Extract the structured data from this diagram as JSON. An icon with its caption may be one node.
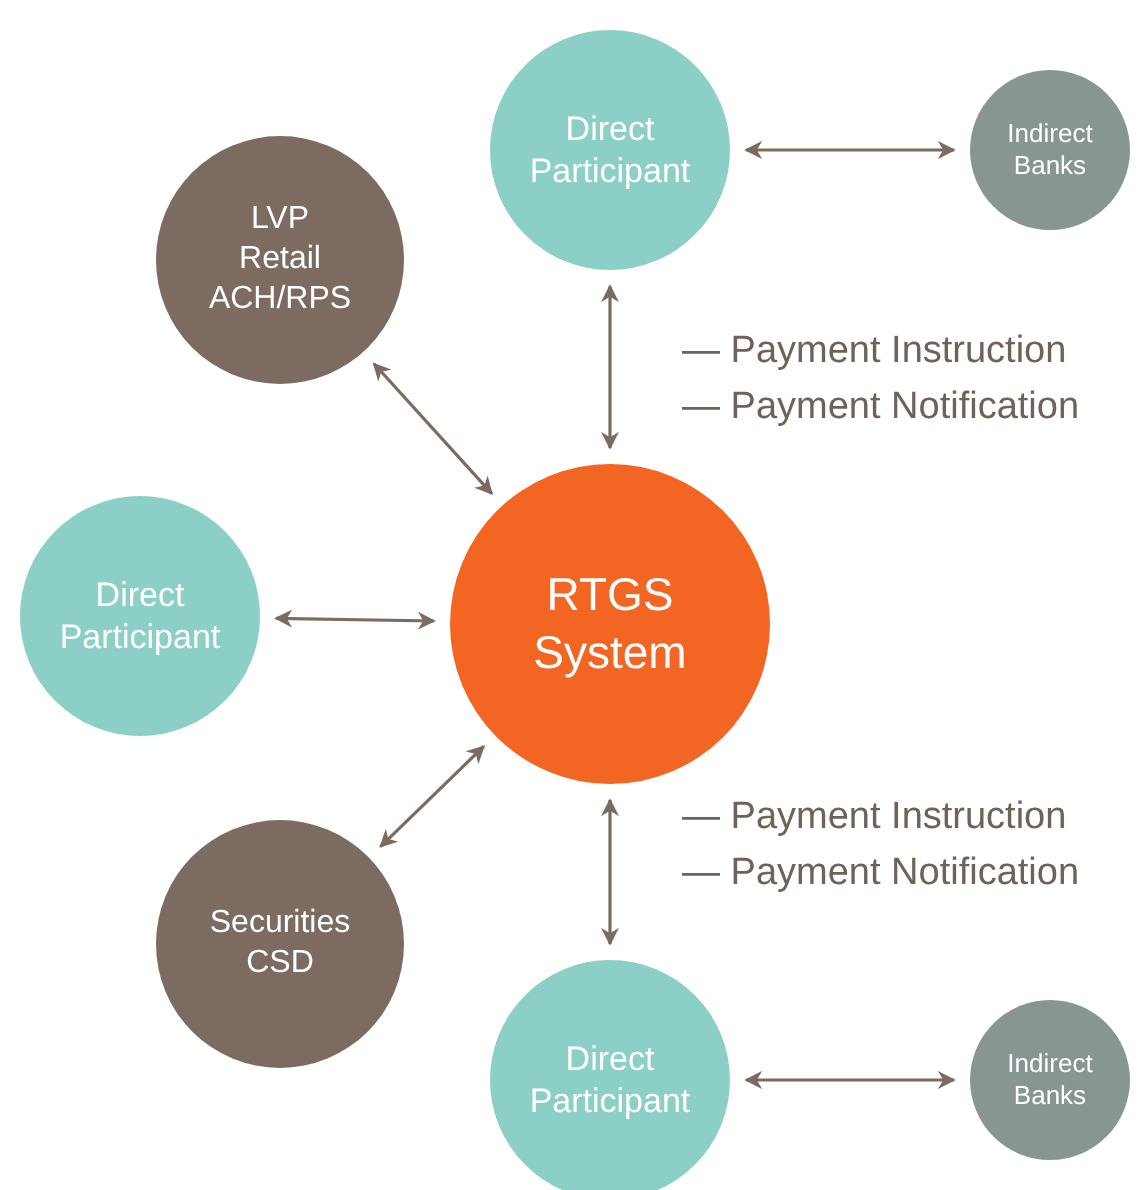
{
  "diagram": {
    "nodes": [
      {
        "text": [
          "Direct Participant"
        ]
      },
      {
        "text": [
          "Indirect Banks"
        ]
      },
      {
        "text": [
          "LVP Retail ACH/RPS"
        ]
      },
      {
        "text": [
          "Direct Participant"
        ]
      },
      {
        "text": [
          "RTGS System"
        ]
      },
      {
        "text": [
          "Securities CSD"
        ]
      },
      {
        "text": [
          "Direct Participant"
        ]
      },
      {
        "text": [
          "Indirect Banks"
        ]
      }
    ],
    "edges": [
      {
        "from": 0,
        "to": 4,
        "arrow": "both"
      },
      {
        "from": 0,
        "to": 1,
        "arrow": "both"
      },
      {
        "from": 2,
        "to": 4,
        "arrow": "both"
      },
      {
        "from": 3,
        "to": 4,
        "arrow": "both"
      },
      {
        "from": 5,
        "to": 4,
        "arrow": "both"
      },
      {
        "from": 4,
        "to": 6,
        "arrow": "both"
      },
      {
        "from": 6,
        "to": 7,
        "arrow": "both"
      }
    ],
    "labels": [
      "— Payment Instruction",
      "— Payment Notification",
      "— Payment Instruction",
      "— Payment Notification"
    ]
  }
}
